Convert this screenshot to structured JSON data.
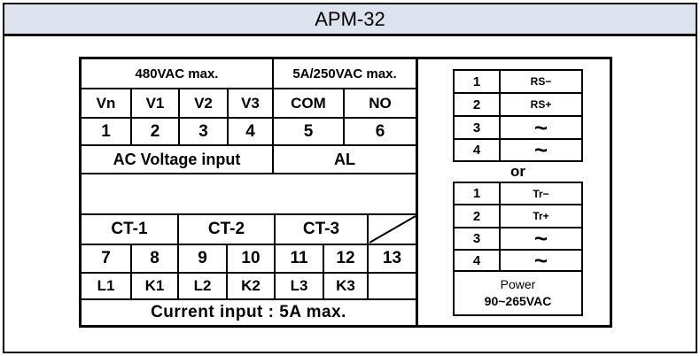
{
  "title": "APM-32",
  "left": {
    "header_voltage": "480VAC max.",
    "header_relay": "5A/250VAC max.",
    "row_labels": [
      "Vn",
      "V1",
      "V2",
      "V3",
      "COM",
      "NO"
    ],
    "row_numbers": [
      "1",
      "2",
      "3",
      "4",
      "5",
      "6"
    ],
    "ac_voltage": "AC Voltage input",
    "al": "AL",
    "ct_labels": [
      "CT-1",
      "CT-2",
      "CT-3"
    ],
    "ct_numbers": [
      "7",
      "8",
      "9",
      "10",
      "11",
      "12",
      "13"
    ],
    "ct_terms": [
      "L1",
      "K1",
      "L2",
      "K2",
      "L3",
      "K3"
    ],
    "current_input": "Current input : 5A max."
  },
  "right": {
    "rs_rows": [
      {
        "num": "1",
        "label": "RS−"
      },
      {
        "num": "2",
        "label": "RS+"
      },
      {
        "num": "3",
        "label": "~"
      },
      {
        "num": "4",
        "label": "~"
      }
    ],
    "or": "or",
    "tr_rows": [
      {
        "num": "1",
        "label": "Tr−"
      },
      {
        "num": "2",
        "label": "Tr+"
      },
      {
        "num": "3",
        "label": "~"
      },
      {
        "num": "4",
        "label": "~"
      }
    ],
    "power_line1": "Power",
    "power_line2": "90~265VAC"
  }
}
